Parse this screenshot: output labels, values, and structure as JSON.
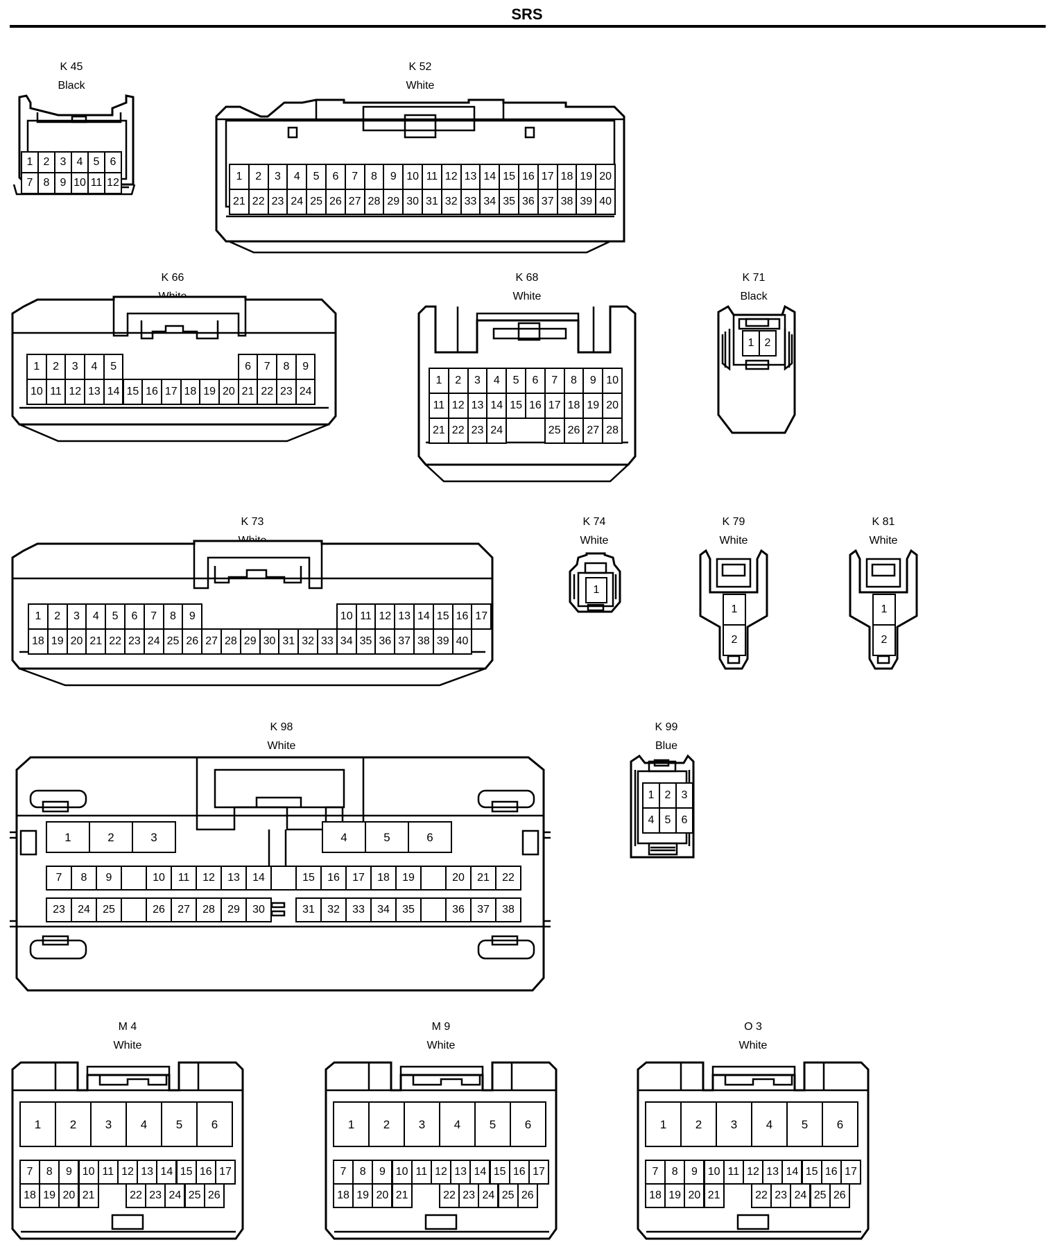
{
  "page_title": "SRS",
  "colors": {
    "line": "#000000",
    "background": "#ffffff"
  },
  "connectors": [
    {
      "id": "K 45",
      "color": "Black",
      "rows": [
        [
          "1",
          "2",
          "3",
          "4",
          "5",
          "6"
        ],
        [
          "7",
          "8",
          "9",
          "10",
          "11",
          "12"
        ]
      ]
    },
    {
      "id": "K 52",
      "color": "White",
      "rows": [
        [
          "1",
          "2",
          "3",
          "4",
          "5",
          "6",
          "7",
          "8",
          "9",
          "10",
          "11",
          "12",
          "13",
          "14",
          "15",
          "16",
          "17",
          "18",
          "19",
          "20"
        ],
        [
          "21",
          "22",
          "23",
          "24",
          "25",
          "26",
          "27",
          "28",
          "29",
          "30",
          "31",
          "32",
          "33",
          "34",
          "35",
          "36",
          "37",
          "38",
          "39",
          "40"
        ]
      ]
    },
    {
      "id": "K 66",
      "color": "White",
      "rows": [
        [
          "1",
          "2",
          "3",
          "4",
          "5",
          "",
          "",
          "",
          "",
          "",
          "",
          "6",
          "7",
          "8",
          "9"
        ],
        [
          "10",
          "11",
          "12",
          "13",
          "14",
          "15",
          "16",
          "17",
          "18",
          "19",
          "20",
          "21",
          "22",
          "23",
          "24"
        ]
      ]
    },
    {
      "id": "K 68",
      "color": "White",
      "rows": [
        [
          "1",
          "2",
          "3",
          "4",
          "5",
          "6",
          "7",
          "8",
          "9",
          "10"
        ],
        [
          "11",
          "12",
          "13",
          "14",
          "15",
          "16",
          "17",
          "18",
          "19",
          "20"
        ],
        [
          "21",
          "22",
          "23",
          "24",
          "",
          "",
          "25",
          "26",
          "27",
          "28"
        ]
      ]
    },
    {
      "id": "K 71",
      "color": "Black",
      "rows": [
        [
          "1",
          "2"
        ]
      ]
    },
    {
      "id": "K 73",
      "color": "White",
      "rows": [
        [
          "1",
          "2",
          "3",
          "4",
          "5",
          "6",
          "7",
          "8",
          "9",
          "",
          "",
          "",
          "",
          "",
          "",
          "",
          "10",
          "11",
          "12",
          "13",
          "14",
          "15",
          "16",
          "17"
        ],
        [
          "18",
          "19",
          "20",
          "21",
          "22",
          "23",
          "24",
          "25",
          "26",
          "27",
          "28",
          "29",
          "30",
          "31",
          "32",
          "33",
          "34",
          "35",
          "36",
          "37",
          "38",
          "39",
          "40"
        ]
      ]
    },
    {
      "id": "K 74",
      "color": "White",
      "rows": [
        [
          "1"
        ]
      ]
    },
    {
      "id": "K 79",
      "color": "White",
      "rows": [
        [
          "1"
        ],
        [
          "2"
        ]
      ]
    },
    {
      "id": "K 81",
      "color": "White",
      "rows": [
        [
          "1"
        ],
        [
          "2"
        ]
      ]
    },
    {
      "id": "K 98",
      "color": "White",
      "rows": [
        [
          "1",
          "2",
          "3",
          "4",
          "5",
          "6"
        ],
        [
          "7",
          "8",
          "9",
          "10",
          "11",
          "12",
          "13",
          "14",
          "15",
          "16",
          "17",
          "18",
          "19",
          "20",
          "21",
          "22"
        ],
        [
          "23",
          "24",
          "25",
          "26",
          "27",
          "28",
          "29",
          "30",
          "31",
          "32",
          "33",
          "34",
          "35",
          "36",
          "37",
          "38"
        ]
      ]
    },
    {
      "id": "K 99",
      "color": "Blue",
      "rows": [
        [
          "1",
          "2",
          "3"
        ],
        [
          "4",
          "5",
          "6"
        ]
      ]
    },
    {
      "id": "M 4",
      "color": "White",
      "rows": [
        [
          "1",
          "2",
          "3",
          "4",
          "5",
          "6"
        ],
        [
          "7",
          "8",
          "9",
          "10",
          "11",
          "12",
          "13",
          "14",
          "15",
          "16",
          "17"
        ],
        [
          "18",
          "19",
          "20",
          "21",
          "",
          "22",
          "23",
          "24",
          "25",
          "26"
        ]
      ]
    },
    {
      "id": "M 9",
      "color": "White",
      "rows": [
        [
          "1",
          "2",
          "3",
          "4",
          "5",
          "6"
        ],
        [
          "7",
          "8",
          "9",
          "10",
          "11",
          "12",
          "13",
          "14",
          "15",
          "16",
          "17"
        ],
        [
          "18",
          "19",
          "20",
          "21",
          "",
          "22",
          "23",
          "24",
          "25",
          "26"
        ]
      ]
    },
    {
      "id": "O 3",
      "color": "White",
      "rows": [
        [
          "1",
          "2",
          "3",
          "4",
          "5",
          "6"
        ],
        [
          "7",
          "8",
          "9",
          "10",
          "11",
          "12",
          "13",
          "14",
          "15",
          "16",
          "17"
        ],
        [
          "18",
          "19",
          "20",
          "21",
          "",
          "22",
          "23",
          "24",
          "25",
          "26"
        ]
      ]
    }
  ]
}
